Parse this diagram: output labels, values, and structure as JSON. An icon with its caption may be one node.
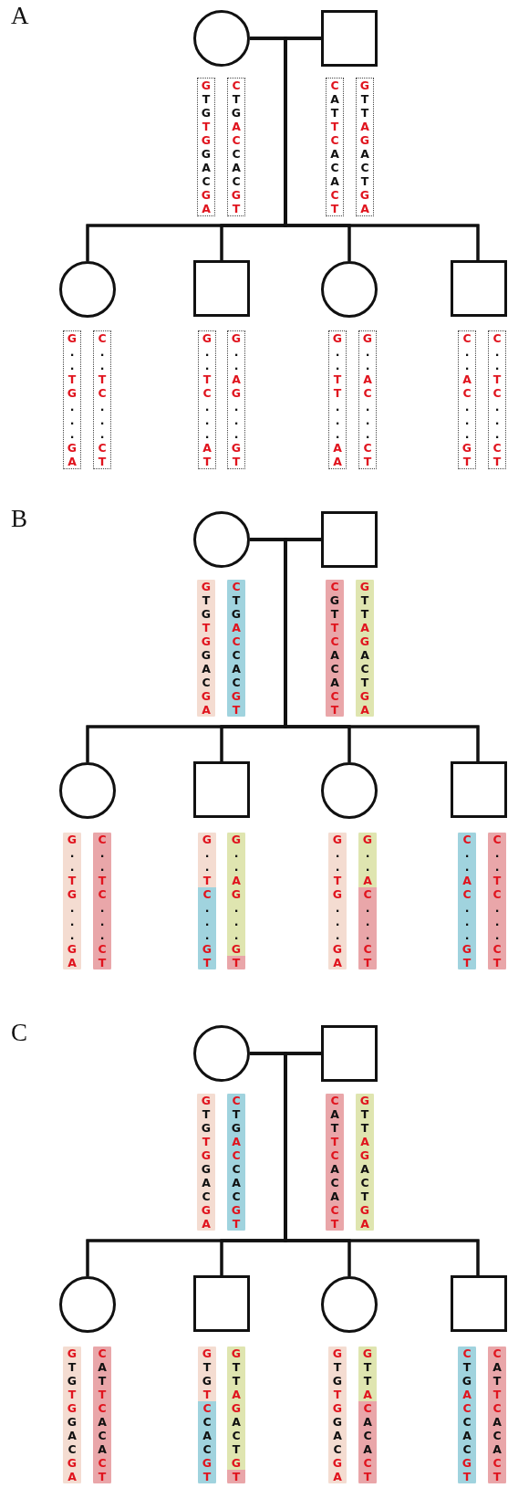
{
  "diagram": {
    "nodes": [
      {
        "text": [],
        "shape": "circle"
      },
      {
        "text": [],
        "shape": "box"
      },
      {
        "text": [
          "G T G T G G A C G A"
        ]
      },
      {
        "text": [
          "C T G A C C A C G T"
        ]
      },
      {
        "text": [
          "C A T T C A C A C T"
        ]
      },
      {
        "text": [
          "G T T A G A C T G A"
        ]
      },
      {
        "text": [],
        "shape": "circle"
      },
      {
        "text": [],
        "shape": "box"
      },
      {
        "text": [],
        "shape": "circle"
      },
      {
        "text": [],
        "shape": "box"
      },
      {
        "text": [
          "G . . T G . . . G A"
        ]
      },
      {
        "text": [
          "C . . T C . . . C T"
        ]
      },
      {
        "text": [
          "G . . T C . . . A T"
        ]
      },
      {
        "text": [
          "G . . A G . . . G T"
        ]
      },
      {
        "text": [
          "G . . T T . . . A A"
        ]
      },
      {
        "text": [
          "G . . A C . . . C T"
        ]
      },
      {
        "text": [
          "C . . A C . . . G T"
        ]
      },
      {
        "text": [
          "C . . T C . . . C T"
        ]
      },
      {
        "text": [],
        "shape": "circle"
      },
      {
        "text": [],
        "shape": "box"
      },
      {
        "text": [
          "G T G T G G A C G A"
        ]
      },
      {
        "text": [
          "C T G A C C A C G T"
        ]
      },
      {
        "text": [
          "C G T T C A C A C T"
        ]
      },
      {
        "text": [
          "G T T A G A C T G A"
        ]
      },
      {
        "text": [],
        "shape": "circle"
      },
      {
        "text": [],
        "shape": "box"
      },
      {
        "text": [],
        "shape": "circle"
      },
      {
        "text": [],
        "shape": "box"
      },
      {
        "text": [
          "G . . T G . . . G A"
        ]
      },
      {
        "text": [
          "C . . T C . . . C T"
        ]
      },
      {
        "text": [
          "G . . T C . . . G T"
        ]
      },
      {
        "text": [
          "G . . A G . . . G T"
        ]
      },
      {
        "text": [
          "G . . T G . . . G A"
        ]
      },
      {
        "text": [
          "G . . A C . . . C T"
        ]
      },
      {
        "text": [
          "C . . A C . . . G T"
        ]
      },
      {
        "text": [
          "C . . T C . . . C T"
        ]
      },
      {
        "text": [],
        "shape": "circle"
      },
      {
        "text": [],
        "shape": "box"
      },
      {
        "text": [
          "G T G T G G A C G A"
        ]
      },
      {
        "text": [
          "C T G A C C A C G T"
        ]
      },
      {
        "text": [
          "C A T T C A C A C T"
        ]
      },
      {
        "text": [
          "G T T A G A C T G A"
        ]
      },
      {
        "text": [],
        "shape": "circle"
      },
      {
        "text": [],
        "shape": "box"
      },
      {
        "text": [],
        "shape": "circle"
      },
      {
        "text": [],
        "shape": "box"
      },
      {
        "text": [
          "G T G T G G A C G A"
        ]
      },
      {
        "text": [
          "C A T T C A C A C T"
        ]
      },
      {
        "text": [
          "G T G T C C A C G T"
        ]
      },
      {
        "text": [
          "G T T A G A C T G T"
        ]
      },
      {
        "text": [
          "G T G T G G A C G A"
        ]
      },
      {
        "text": [
          "G T T A C A C A C T"
        ]
      },
      {
        "text": [
          "C T G A C C A C G T"
        ]
      },
      {
        "text": [
          "C A T T C A C A C T"
        ]
      }
    ],
    "edges": [
      {
        "from": 0,
        "to": 1,
        "arrow": "none"
      },
      {
        "from": 0,
        "to": 6,
        "arrow": "none"
      },
      {
        "from": 1,
        "to": 6,
        "arrow": "none"
      },
      {
        "from": 0,
        "to": 7,
        "arrow": "none"
      },
      {
        "from": 1,
        "to": 7,
        "arrow": "none"
      },
      {
        "from": 0,
        "to": 8,
        "arrow": "none"
      },
      {
        "from": 1,
        "to": 8,
        "arrow": "none"
      },
      {
        "from": 0,
        "to": 9,
        "arrow": "none"
      },
      {
        "from": 1,
        "to": 9,
        "arrow": "none"
      },
      {
        "from": 18,
        "to": 19,
        "arrow": "none"
      },
      {
        "from": 18,
        "to": 24,
        "arrow": "none"
      },
      {
        "from": 19,
        "to": 24,
        "arrow": "none"
      },
      {
        "from": 18,
        "to": 25,
        "arrow": "none"
      },
      {
        "from": 19,
        "to": 25,
        "arrow": "none"
      },
      {
        "from": 18,
        "to": 26,
        "arrow": "none"
      },
      {
        "from": 19,
        "to": 26,
        "arrow": "none"
      },
      {
        "from": 18,
        "to": 27,
        "arrow": "none"
      },
      {
        "from": 19,
        "to": 27,
        "arrow": "none"
      },
      {
        "from": 36,
        "to": 37,
        "arrow": "none"
      },
      {
        "from": 36,
        "to": 42,
        "arrow": "none"
      },
      {
        "from": 37,
        "to": 42,
        "arrow": "none"
      },
      {
        "from": 36,
        "to": 43,
        "arrow": "none"
      },
      {
        "from": 37,
        "to": 43,
        "arrow": "none"
      },
      {
        "from": 36,
        "to": 44,
        "arrow": "none"
      },
      {
        "from": 37,
        "to": 44,
        "arrow": "none"
      },
      {
        "from": 36,
        "to": 45,
        "arrow": "none"
      },
      {
        "from": 37,
        "to": 45,
        "arrow": "none"
      }
    ],
    "labels": [
      "A",
      "B",
      "C"
    ]
  }
}
